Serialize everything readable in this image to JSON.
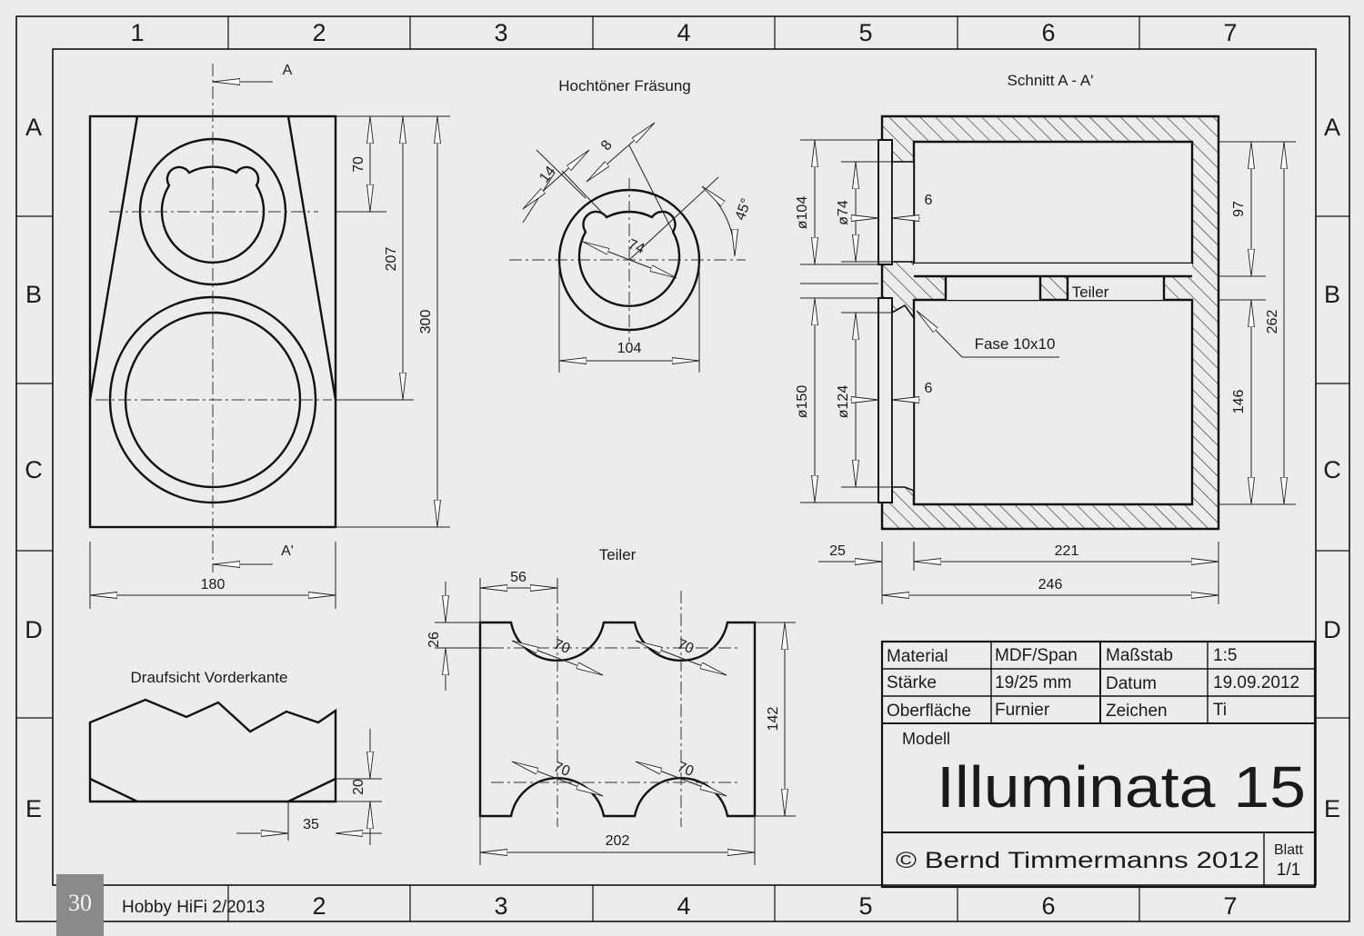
{
  "grid": {
    "columns": [
      "1",
      "2",
      "3",
      "4",
      "5",
      "6",
      "7"
    ],
    "rows": [
      "A",
      "B",
      "C",
      "D",
      "E"
    ]
  },
  "front_view": {
    "section_mark_top": "A",
    "section_mark_bottom": "A'",
    "dim_width": "180",
    "dim_tweeter_height": "70",
    "dim_centre_distance": "207",
    "dim_height": "300"
  },
  "tweeter_cut": {
    "title": "Hochtöner Fräsung",
    "dim_14": "14",
    "dim_8": "8",
    "dim_angle": "45°",
    "dim_74": "74",
    "dim_104": "104"
  },
  "section": {
    "title": "Schnitt A - A'",
    "dim_d104": "ø104",
    "dim_d74": "ø74",
    "dim_6a": "6",
    "dim_d150": "ø150",
    "dim_d124": "ø124",
    "dim_6b": "6",
    "label_divider": "Teiler",
    "label_chamfer": "Fase 10x10",
    "dim_97": "97",
    "dim_262": "262",
    "dim_146": "146",
    "dim_25": "25",
    "dim_221": "221",
    "dim_246": "246"
  },
  "top_view": {
    "title": "Draufsicht Vorderkante",
    "dim_20": "20",
    "dim_35": "35"
  },
  "divider": {
    "title": "Teiler",
    "dim_56": "56",
    "dim_26": "26",
    "dim_70": "70",
    "dim_142": "142",
    "dim_202": "202"
  },
  "title_block": {
    "material_label": "Material",
    "material_value": "MDF/Span",
    "scale_label": "Maßstab",
    "scale_value": "1:5",
    "thickness_label": "Stärke",
    "thickness_value": "19/25 mm",
    "date_label": "Datum",
    "date_value": "19.09.2012",
    "surface_label": "Oberfläche",
    "surface_value": "Furnier",
    "drawn_label": "Zeichen",
    "drawn_value": "Ti",
    "model_label": "Modell",
    "model_name": "Illuminata 15",
    "copyright": "© Bernd Timmermanns 2012",
    "sheet_label": "Blatt",
    "sheet_value": "1/1"
  },
  "footer": {
    "page_number": "30",
    "publication": "Hobby HiFi 2/2013"
  }
}
